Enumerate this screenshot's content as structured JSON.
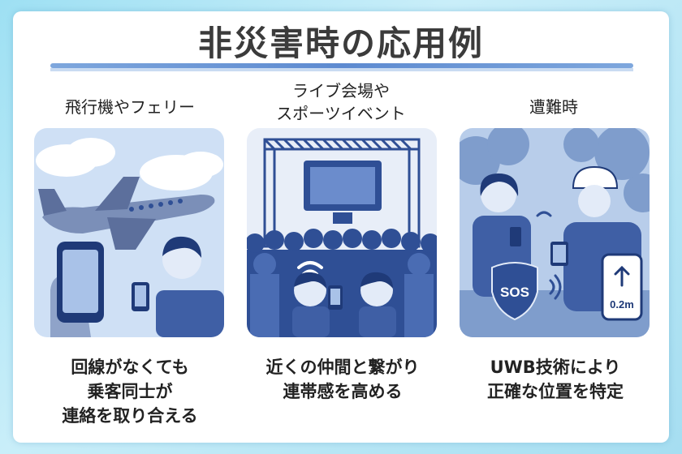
{
  "title": "非災害時の応用例",
  "columns": [
    {
      "label_lines": [
        "飛行機やフェリー"
      ],
      "caption_lines": [
        "回線がなくても",
        "乗客同士が",
        "連絡を取り合える"
      ]
    },
    {
      "label_lines": [
        "ライブ会場や",
        "スポーツイベント"
      ],
      "caption_lines": [
        "近くの仲間と繋がり",
        "連帯感を高める"
      ]
    },
    {
      "label_lines": [
        "遭難時"
      ],
      "caption_lines": [
        "UWB技術により",
        "正確な位置を特定"
      ]
    }
  ],
  "badges": {
    "sos": "SOS",
    "distance": "0.2m"
  },
  "colors": {
    "accent": "#5d8ad0",
    "illustration_dark": "#2f4f95",
    "illustration_light": "#cfe0f5"
  }
}
